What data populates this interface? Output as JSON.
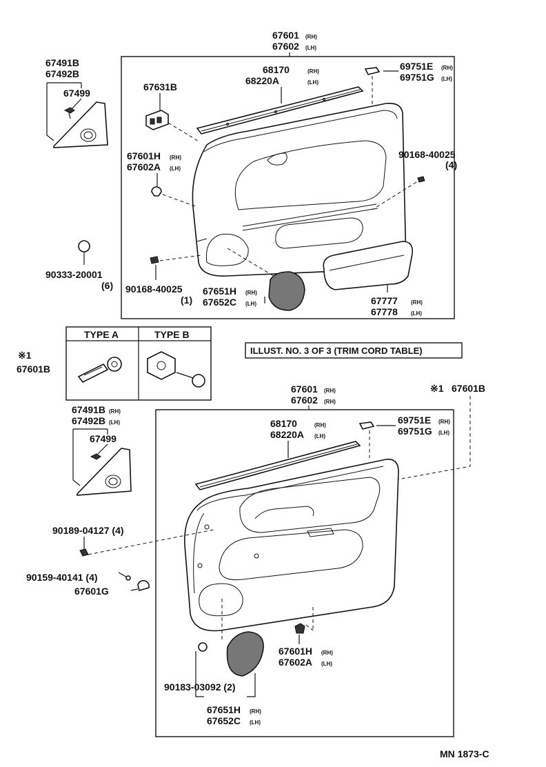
{
  "top": {
    "panel_main": [
      "67601",
      "(RH)",
      "67602",
      "(LH)"
    ],
    "tweeter_cover": [
      "67491B",
      "67492B"
    ],
    "screw_a": "67499",
    "switch_base": "67631B",
    "weatherstrip": [
      "68170",
      "(RH)",
      "68220A",
      "(LH)"
    ],
    "handle_cap": [
      "69751E",
      "(RH)",
      "69751G",
      "(LH)"
    ],
    "screw_b": [
      "90168-40025",
      "(4)"
    ],
    "clip_top": [
      "67601H",
      "(RH)",
      "67602A",
      "(LH)"
    ],
    "plug": [
      "90333-20001",
      "(6)"
    ],
    "screw_c": [
      "90168-40025",
      "(1)"
    ],
    "speaker_grille": [
      "67651H",
      "(RH)",
      "67652C",
      "(LH)"
    ],
    "armrest": [
      "67777",
      "(RH)",
      "67778",
      "(LH)"
    ]
  },
  "types": {
    "symbol": "※1",
    "part": "67601B",
    "type_a": "TYPE A",
    "type_b": "TYPE B"
  },
  "illust_note": "ILLUST. NO. 3 OF 3 (TRIM CORD TABLE)",
  "bottom": {
    "ref": [
      "※1",
      "67601B"
    ],
    "panel_main": [
      "67601",
      "(RH)",
      "67602",
      "(RH)"
    ],
    "tweeter_cover": [
      "67491B",
      "(RH)",
      "67492B",
      "(LH)"
    ],
    "screw_a": "67499",
    "weatherstrip": [
      "68170",
      "(RH)",
      "68220A",
      "(LH)"
    ],
    "handle_cap": [
      "69751E",
      "(RH)",
      "69751G",
      "(LH)"
    ],
    "screw_d": "90189-04127 (4)",
    "screw_e": "90159-40141 (4)",
    "clip_g": "67601G",
    "clip_bottom": [
      "67601H",
      "(RH)",
      "67602A",
      "(LH)"
    ],
    "nut": "90183-03092 (2)",
    "speaker_grille": [
      "67651H",
      "(RH)",
      "67652C",
      "(LH)"
    ]
  },
  "footer_code": "MN 1873-C"
}
